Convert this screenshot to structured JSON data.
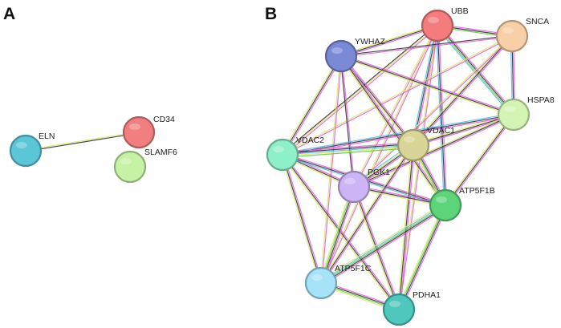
{
  "panels": [
    {
      "letter": "A",
      "nodes": [
        {
          "id": "ELN",
          "label": "ELN",
          "color": "#5bc6d8"
        },
        {
          "id": "CD34",
          "label": "CD34",
          "color": "#f27f7f"
        },
        {
          "id": "SLAMF6",
          "label": "SLAMF6",
          "color": "#c6f2a6"
        }
      ],
      "edges": [
        {
          "from": "ELN",
          "to": "CD34",
          "colors": [
            "#d9e86a",
            "#333333"
          ]
        }
      ]
    },
    {
      "letter": "B",
      "nodes": [
        {
          "id": "UBB",
          "label": "UBB",
          "color": "#f47c7c"
        },
        {
          "id": "SNCA",
          "label": "SNCA",
          "color": "#f8cfa6"
        },
        {
          "id": "YWHAZ",
          "label": "YWHAZ",
          "color": "#7b8ad6"
        },
        {
          "id": "HSPA8",
          "label": "HSPA8",
          "color": "#d4f4b4"
        },
        {
          "id": "VDAC2",
          "label": "VDAC2",
          "color": "#8ef0c8"
        },
        {
          "id": "VDAC1",
          "label": "VDAC1",
          "color": "#d9d596"
        },
        {
          "id": "PGK1",
          "label": "PGK1",
          "color": "#cdb4f4"
        },
        {
          "id": "ATP5F1B",
          "label": "ATP5F1B",
          "color": "#5cd47a"
        },
        {
          "id": "ATP5F1C",
          "label": "ATP5F1C",
          "color": "#a6e2f8"
        },
        {
          "id": "PDHA1",
          "label": "PDHA1",
          "color": "#4ec7bd"
        }
      ],
      "edges": [
        {
          "from": "UBB",
          "to": "SNCA",
          "colors": [
            "#e060e0",
            "#333333",
            "#66cc44"
          ]
        },
        {
          "from": "UBB",
          "to": "YWHAZ",
          "colors": [
            "#e060e0",
            "#333333",
            "#d9e86a"
          ]
        },
        {
          "from": "UBB",
          "to": "HSPA8",
          "colors": [
            "#e060e0",
            "#333333",
            "#66cc44",
            "#55bbee"
          ]
        },
        {
          "from": "UBB",
          "to": "VDAC1",
          "colors": [
            "#e060e0",
            "#333333",
            "#55bbee"
          ]
        },
        {
          "from": "UBB",
          "to": "VDAC2",
          "colors": [
            "#e060e0",
            "#d9e86a",
            "#333333"
          ]
        },
        {
          "from": "UBB",
          "to": "PGK1",
          "colors": [
            "#e060e0",
            "#d9e86a"
          ]
        },
        {
          "from": "UBB",
          "to": "ATP5F1B",
          "colors": [
            "#e060e0",
            "#333333",
            "#55bbee"
          ]
        },
        {
          "from": "UBB",
          "to": "ATP5F1C",
          "colors": [
            "#e060e0",
            "#d9e86a"
          ]
        },
        {
          "from": "UBB",
          "to": "PDHA1",
          "colors": [
            "#e060e0",
            "#d9e86a"
          ]
        },
        {
          "from": "SNCA",
          "to": "HSPA8",
          "colors": [
            "#e060e0",
            "#333333",
            "#55bbee"
          ]
        },
        {
          "from": "SNCA",
          "to": "YWHAZ",
          "colors": [
            "#e060e0",
            "#333333"
          ]
        },
        {
          "from": "SNCA",
          "to": "VDAC1",
          "colors": [
            "#e060e0",
            "#333333",
            "#d9e86a"
          ]
        },
        {
          "from": "SNCA",
          "to": "PGK1",
          "colors": [
            "#e060e0",
            "#d9e86a"
          ]
        },
        {
          "from": "SNCA",
          "to": "VDAC2",
          "colors": [
            "#e060e0",
            "#d9e86a"
          ]
        },
        {
          "from": "YWHAZ",
          "to": "VDAC2",
          "colors": [
            "#e060e0",
            "#333333",
            "#d9e86a"
          ]
        },
        {
          "from": "YWHAZ",
          "to": "VDAC1",
          "colors": [
            "#e060e0",
            "#333333",
            "#d9e86a"
          ]
        },
        {
          "from": "YWHAZ",
          "to": "PGK1",
          "colors": [
            "#e060e0",
            "#333333"
          ]
        },
        {
          "from": "YWHAZ",
          "to": "ATP5F1B",
          "colors": [
            "#e060e0",
            "#333333",
            "#d9e86a"
          ]
        },
        {
          "from": "YWHAZ",
          "to": "HSPA8",
          "colors": [
            "#e060e0",
            "#333333",
            "#d9e86a"
          ]
        },
        {
          "from": "YWHAZ",
          "to": "ATP5F1C",
          "colors": [
            "#e060e0",
            "#d9e86a"
          ]
        },
        {
          "from": "HSPA8",
          "to": "VDAC1",
          "colors": [
            "#e060e0",
            "#333333",
            "#d9e86a"
          ]
        },
        {
          "from": "HSPA8",
          "to": "VDAC2",
          "colors": [
            "#e060e0",
            "#333333",
            "#55bbee"
          ]
        },
        {
          "from": "HSPA8",
          "to": "PGK1",
          "colors": [
            "#e060e0",
            "#333333",
            "#d9e86a"
          ]
        },
        {
          "from": "HSPA8",
          "to": "ATP5F1B",
          "colors": [
            "#e060e0",
            "#333333",
            "#d9e86a"
          ]
        },
        {
          "from": "VDAC2",
          "to": "VDAC1",
          "colors": [
            "#e060e0",
            "#333333",
            "#55bbee",
            "#d9e86a",
            "#66cc44"
          ]
        },
        {
          "from": "VDAC2",
          "to": "PGK1",
          "colors": [
            "#e060e0",
            "#333333",
            "#d9e86a"
          ]
        },
        {
          "from": "VDAC2",
          "to": "ATP5F1B",
          "colors": [
            "#e060e0",
            "#333333",
            "#55bbee"
          ]
        },
        {
          "from": "VDAC2",
          "to": "ATP5F1C",
          "colors": [
            "#e060e0",
            "#333333",
            "#d9e86a"
          ]
        },
        {
          "from": "VDAC2",
          "to": "PDHA1",
          "colors": [
            "#e060e0",
            "#333333",
            "#d9e86a"
          ]
        },
        {
          "from": "VDAC1",
          "to": "PGK1",
          "colors": [
            "#e060e0",
            "#333333",
            "#d9e86a",
            "#55bbee"
          ]
        },
        {
          "from": "VDAC1",
          "to": "ATP5F1B",
          "colors": [
            "#e060e0",
            "#333333",
            "#66cc44",
            "#d9e86a"
          ]
        },
        {
          "from": "VDAC1",
          "to": "ATP5F1C",
          "colors": [
            "#e060e0",
            "#333333",
            "#d9e86a"
          ]
        },
        {
          "from": "VDAC1",
          "to": "PDHA1",
          "colors": [
            "#e060e0",
            "#333333",
            "#d9e86a"
          ]
        },
        {
          "from": "PGK1",
          "to": "ATP5F1B",
          "colors": [
            "#e060e0",
            "#333333",
            "#d9e86a"
          ]
        },
        {
          "from": "PGK1",
          "to": "ATP5F1C",
          "colors": [
            "#e060e0",
            "#333333",
            "#66cc44",
            "#d9e86a"
          ]
        },
        {
          "from": "PGK1",
          "to": "PDHA1",
          "colors": [
            "#e060e0",
            "#333333",
            "#d9e86a"
          ]
        },
        {
          "from": "ATP5F1B",
          "to": "ATP5F1C",
          "colors": [
            "#e060e0",
            "#333333",
            "#66cc44",
            "#55bbee",
            "#d9e86a"
          ]
        },
        {
          "from": "ATP5F1B",
          "to": "PDHA1",
          "colors": [
            "#e060e0",
            "#333333",
            "#66cc44",
            "#d9e86a"
          ]
        },
        {
          "from": "ATP5F1C",
          "to": "PDHA1",
          "colors": [
            "#e060e0",
            "#333333",
            "#66cc44",
            "#d9e86a"
          ]
        }
      ]
    }
  ]
}
